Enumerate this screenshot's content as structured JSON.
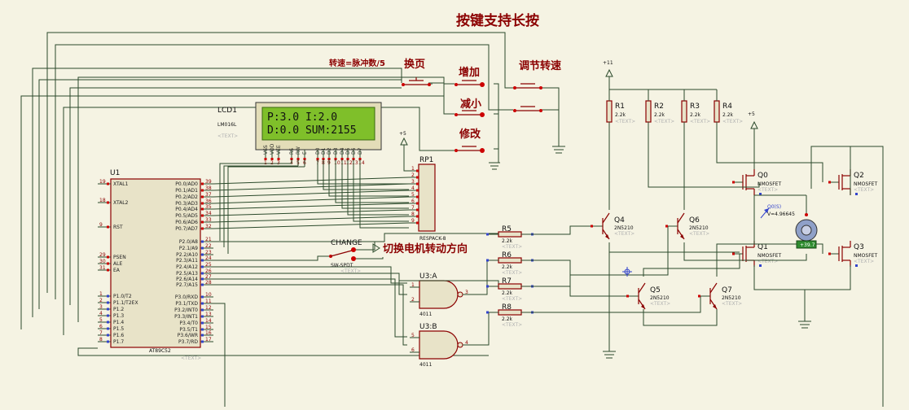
{
  "title": "按键支持长按",
  "notes": {
    "speed_formula": "转速=脉冲数/5",
    "page_turn": "换页",
    "increase": "增加",
    "decrease": "减小",
    "modify": "修改",
    "adjust_speed": "调节转速",
    "switch_direction": "切换电机转动方向"
  },
  "placeholder_text": "<TEXT>",
  "lcd": {
    "ref": "LCD1",
    "model": "LM016L",
    "line1": "P:3.0  I:2.0",
    "line2": "D:0.0 SUM:2155",
    "pins": [
      "VSS",
      "VDD",
      "VEE",
      "RS",
      "RW",
      "E",
      "D0",
      "D1",
      "D2",
      "D3",
      "D4",
      "D5",
      "D6",
      "D7"
    ],
    "pin_numbers": [
      "1",
      "2",
      "3",
      "4",
      "5",
      "6",
      "7",
      "8",
      "9",
      "10",
      "11",
      "12",
      "13",
      "14"
    ]
  },
  "mcu": {
    "ref": "U1",
    "model": "AT89C52",
    "left_pins": [
      {
        "num": "19",
        "name": "XTAL1"
      },
      {
        "num": "18",
        "name": "XTAL2"
      },
      {
        "num": "9",
        "name": "RST"
      },
      {
        "num": "29",
        "name": "PSEN"
      },
      {
        "num": "30",
        "name": "ALE"
      },
      {
        "num": "31",
        "name": "EA"
      },
      {
        "num": "1",
        "name": "P1.0/T2"
      },
      {
        "num": "2",
        "name": "P1.1/T2EX"
      },
      {
        "num": "3",
        "name": "P1.2"
      },
      {
        "num": "4",
        "name": "P1.3"
      },
      {
        "num": "5",
        "name": "P1.4"
      },
      {
        "num": "6",
        "name": "P1.5"
      },
      {
        "num": "7",
        "name": "P1.6"
      },
      {
        "num": "8",
        "name": "P1.7"
      }
    ],
    "right_pins": [
      {
        "num": "39",
        "name": "P0.0/AD0"
      },
      {
        "num": "38",
        "name": "P0.1/AD1"
      },
      {
        "num": "37",
        "name": "P0.2/AD2"
      },
      {
        "num": "36",
        "name": "P0.3/AD3"
      },
      {
        "num": "35",
        "name": "P0.4/AD4"
      },
      {
        "num": "34",
        "name": "P0.5/AD5"
      },
      {
        "num": "33",
        "name": "P0.6/AD6"
      },
      {
        "num": "32",
        "name": "P0.7/AD7"
      },
      {
        "num": "21",
        "name": "P2.0/A8"
      },
      {
        "num": "22",
        "name": "P2.1/A9"
      },
      {
        "num": "23",
        "name": "P2.2/A10"
      },
      {
        "num": "24",
        "name": "P2.3/A11"
      },
      {
        "num": "25",
        "name": "P2.4/A12"
      },
      {
        "num": "26",
        "name": "P2.5/A13"
      },
      {
        "num": "27",
        "name": "P2.6/A14"
      },
      {
        "num": "28",
        "name": "P2.7/A15"
      },
      {
        "num": "10",
        "name": "P3.0/RXD"
      },
      {
        "num": "11",
        "name": "P3.1/TXD"
      },
      {
        "num": "12",
        "name": "P3.2/INT0"
      },
      {
        "num": "13",
        "name": "P3.3/INT1"
      },
      {
        "num": "14",
        "name": "P3.4/T0"
      },
      {
        "num": "15",
        "name": "P3.5/T1"
      },
      {
        "num": "16",
        "name": "P3.6/WR"
      },
      {
        "num": "17",
        "name": "P3.7/RD"
      }
    ]
  },
  "rp1": {
    "ref": "RP1",
    "model": "RESPACK-8",
    "pins": [
      "1",
      "2",
      "3",
      "4",
      "5",
      "6",
      "7",
      "8",
      "9"
    ]
  },
  "power": {
    "vcc5": "+5",
    "vcc11": "+11"
  },
  "switch": {
    "ref": "CHANGE",
    "model": "SW-SPDT"
  },
  "gates": [
    {
      "ref": "U3:A",
      "model": "4011",
      "in1": "1",
      "in2": "2",
      "out": "3"
    },
    {
      "ref": "U3:B",
      "model": "4011",
      "in1": "5",
      "in2": "6",
      "out": "4"
    }
  ],
  "resistors_base": [
    {
      "ref": "R5",
      "value": "2.2k"
    },
    {
      "ref": "R6",
      "value": "2.2k"
    },
    {
      "ref": "R7",
      "value": "2.2k"
    },
    {
      "ref": "R8",
      "value": "2.2k"
    }
  ],
  "resistors_top": [
    {
      "ref": "R1",
      "value": "2.2k"
    },
    {
      "ref": "R2",
      "value": "2.2k"
    },
    {
      "ref": "R3",
      "value": "2.2k"
    },
    {
      "ref": "R4",
      "value": "2.2k"
    }
  ],
  "bjts": [
    {
      "ref": "Q4",
      "model": "2N5210"
    },
    {
      "ref": "Q6",
      "model": "2N5210"
    },
    {
      "ref": "Q5",
      "model": "2N5210"
    },
    {
      "ref": "Q7",
      "model": "2N5210"
    }
  ],
  "mosfets": [
    {
      "ref": "Q0",
      "model": "NMOSFET"
    },
    {
      "ref": "Q2",
      "model": "NMOSFET"
    },
    {
      "ref": "Q1",
      "model": "NMOSFET"
    },
    {
      "ref": "Q3",
      "model": "NMOSFET"
    }
  ],
  "probe": {
    "name": "Q0(S)",
    "value": "V=4.96645"
  },
  "motor": {
    "reading": "+39.7"
  },
  "colors": {
    "wire": "#2b4a2b",
    "component": "#8b0000",
    "background": "#f5f3e3",
    "lcd": "#7fbf2a",
    "pin_marker_red": "#cc0000",
    "pin_marker_blue": "#3344cc"
  }
}
